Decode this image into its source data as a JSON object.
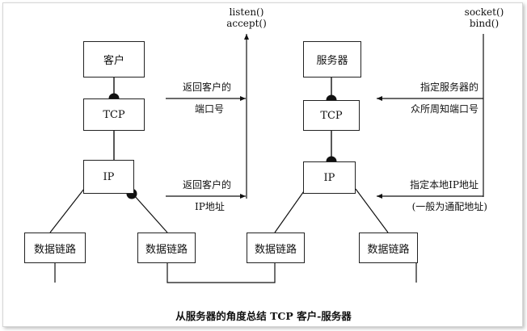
{
  "diagram": {
    "left_stack": {
      "client": "客户",
      "tcp": "TCP",
      "ip": "IP",
      "link_left": "数据链路",
      "link_right": "数据链路"
    },
    "right_stack": {
      "server": "服务器",
      "tcp": "TCP",
      "ip": "IP",
      "link_left": "数据链路",
      "link_right": "数据链路"
    },
    "middle_labels": {
      "call_line1": "listen()",
      "call_line2": "accept()",
      "return_port_line1": "返回客户的",
      "return_port_line2": "端口号",
      "return_ip_line1": "返回客户的",
      "return_ip_line2": "IP地址"
    },
    "right_labels": {
      "call_line1": "socket()",
      "call_line2": "bind()",
      "port_line1": "指定服务器的",
      "port_line2": "众所周知端口号",
      "ip_line1": "指定本地IP地址",
      "ip_line2": "(一般为通配地址)"
    },
    "caption": "从服务器的角度总结 TCP 客户-服务器"
  }
}
